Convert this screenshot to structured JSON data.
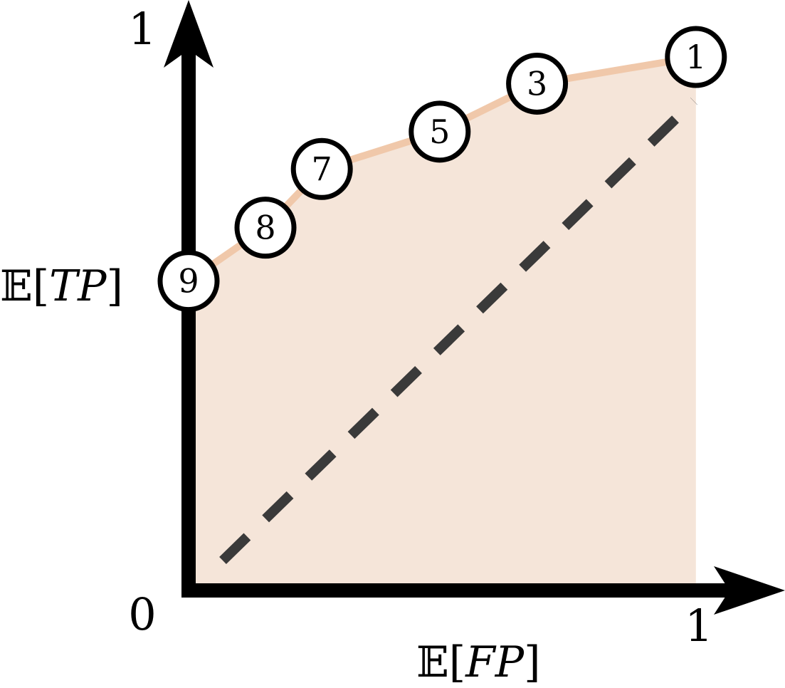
{
  "chart_data": {
    "type": "line",
    "xlabel_parts": {
      "bb": "𝔼",
      "open": "[",
      "var": "FP",
      "close": "]"
    },
    "ylabel_parts": {
      "bb": "𝔼",
      "open": "[",
      "var": "TP",
      "close": "]"
    },
    "x_tick_labels": {
      "origin": "0",
      "max": "1"
    },
    "y_tick_labels": {
      "max": "1"
    },
    "xlim": [
      0,
      1
    ],
    "ylim": [
      0,
      1
    ],
    "series": [
      {
        "points": [
          {
            "label": "9",
            "x": 0.0,
            "y": 0.58
          },
          {
            "label": "8",
            "x": 0.15,
            "y": 0.68
          },
          {
            "label": "7",
            "x": 0.26,
            "y": 0.79
          },
          {
            "label": "5",
            "x": 0.49,
            "y": 0.86
          },
          {
            "label": "3",
            "x": 0.68,
            "y": 0.95
          },
          {
            "label": "1",
            "x": 0.99,
            "y": 1.0
          }
        ]
      }
    ],
    "area_fill": true,
    "diagonal_reference": {
      "from": [
        0,
        0
      ],
      "to": [
        1,
        1
      ],
      "style": "dashed"
    },
    "colors": {
      "curve": "#f0c8aa",
      "area": "#f5e5d9",
      "diagonal": "#3a3a3a",
      "axes": "#000000"
    }
  }
}
